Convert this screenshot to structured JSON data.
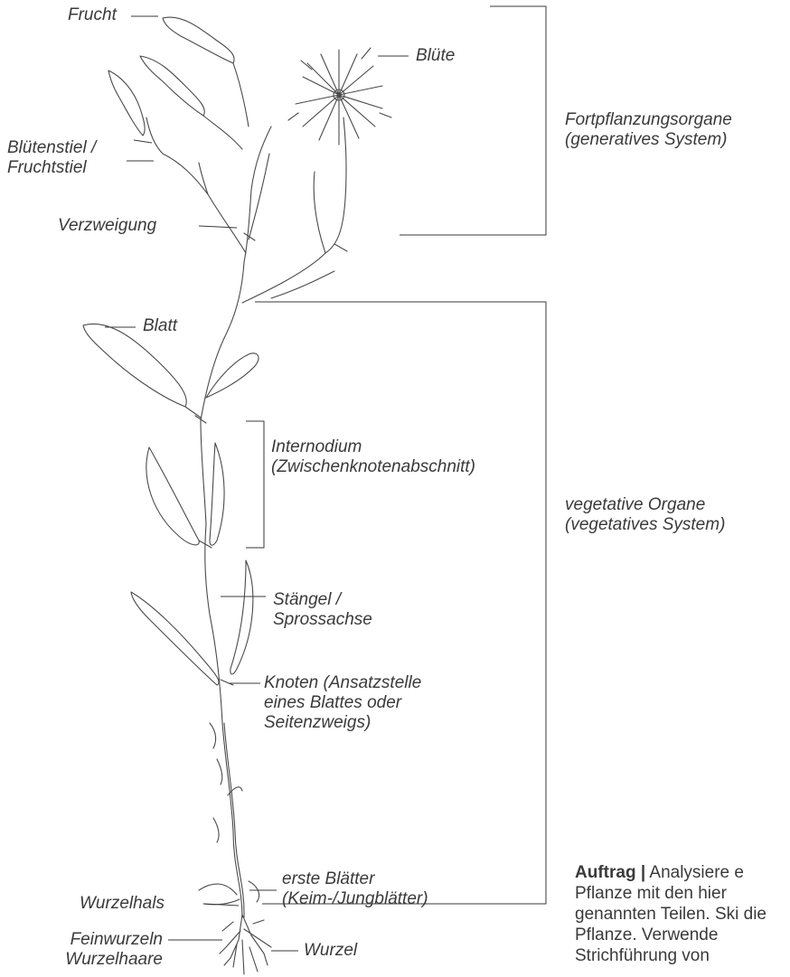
{
  "labels": {
    "frucht": "Frucht",
    "bluete": "Blüte",
    "bluetenstiel_1": "Blütenstiel /",
    "bluetenstiel_2": "Fruchtstiel",
    "verzweigung": "Verzweigung",
    "blatt": "Blatt",
    "internodium_1": "Internodium",
    "internodium_2": "(Zwischenknotenabschnitt)",
    "staengel_1": "Stängel /",
    "staengel_2": "Sprossachse",
    "knoten_1": "Knoten (Ansatzstelle",
    "knoten_2": "eines Blattes oder",
    "knoten_3": "Seitenzweigs)",
    "erste_1": "erste Blätter",
    "erste_2": "(Keim-/Jungblätter)",
    "wurzelhals": "Wurzelhals",
    "feinwurzeln_1": "Feinwurzeln",
    "feinwurzeln_2": "Wurzelhaare",
    "wurzel": "Wurzel"
  },
  "groups": {
    "generative_1": "Fortpflanzungsorgane",
    "generative_2": "(generatives System)",
    "vegetative_1": "vegetative Organe",
    "vegetative_2": "(vegetatives System)"
  },
  "task": {
    "title": "Auftrag |",
    "text": "Analysiere e Pflanze mit den hier genannten Teilen. Ski die Pflanze. Verwende Strichführung von"
  }
}
